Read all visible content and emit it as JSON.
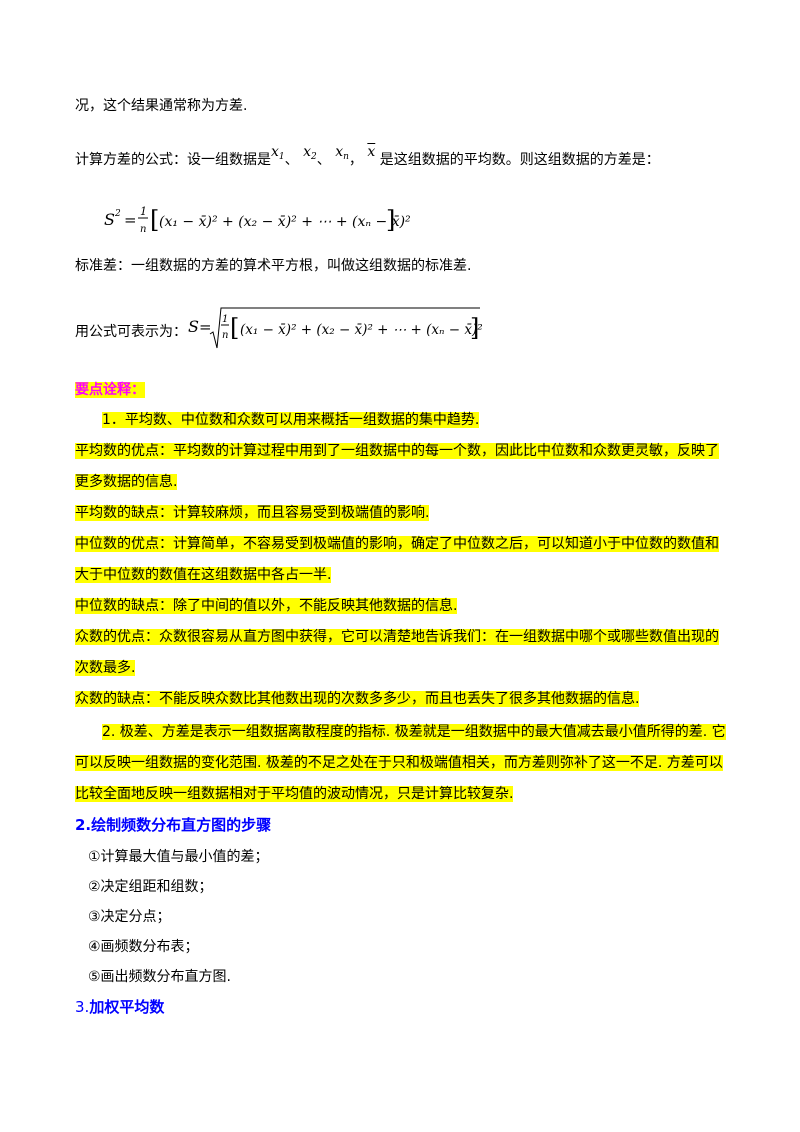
{
  "p_intro_end": "况，这个结果通常称为方差.",
  "variance_formula": {
    "prefix": "计算方差的公式：设一组数据是",
    "x1": "x",
    "sub1": "1",
    "sep1": "、",
    "x2": "x",
    "sub2": "2",
    "sep2": "、",
    "xn": "x",
    "subn": "n",
    "sep3": "，",
    "xbar": "x",
    "suffix": "是这组数据的平均数。则这组数据的方差是：",
    "lhs": "S",
    "lhs_exp": "2",
    "frac_num": "1",
    "frac_den": "n"
  },
  "std_def": "标准差：一组数据的方差的算术平方根，叫做这组数据的标准差.",
  "std_formula": {
    "prefix": "用公式可表示为：",
    "lhs": "S"
  },
  "keypoint_title": "要点诠释：",
  "points": [
    "1．平均数、中位数和众数可以用来概括一组数据的集中趋势.",
    "平均数的优点：平均数的计算过程中用到了一组数据中的每一个数，因此比中位数和众数更灵敏，反映了",
    "更多数据的信息.",
    "平均数的缺点：计算较麻烦，而且容易受到极端值的影响.",
    "中位数的优点：计算简单，不容易受到极端值的影响，确定了中位数之后，可以知道小于中位数的数值和",
    "大于中位数的数值在这组数据中各占一半.",
    "中位数的缺点：除了中间的值以外，不能反映其他数据的信息.",
    "众数的优点：众数很容易从直方图中获得，它可以清楚地告诉我们：在一组数据中哪个或哪些数值出现的",
    "次数最多.",
    "众数的缺点：不能反映众数比其他数出现的次数多多少，而且也丢失了很多其他数据的信息.",
    "2. 极差、方差是表示一组数据离散程度的指标. 极差就是一组数据中的最大值减去最小值所得的差. 它",
    "可以反映一组数据的变化范围. 极差的不足之处在于只和极端值相关，而方差则弥补了这一不足. 方差可以",
    "比较全面地反映一组数据相对于平均值的波动情况，只是计算比较复杂."
  ],
  "section2_title": "2.绘制频数分布直方图的步骤",
  "steps": [
    "①计算最大值与最小值的差；",
    "②决定组距和组数；",
    "③决定分点；",
    "④画频数分布表；",
    "⑤画出频数分布直方图."
  ],
  "section3_num": "3.",
  "section3_title": "加权平均数"
}
